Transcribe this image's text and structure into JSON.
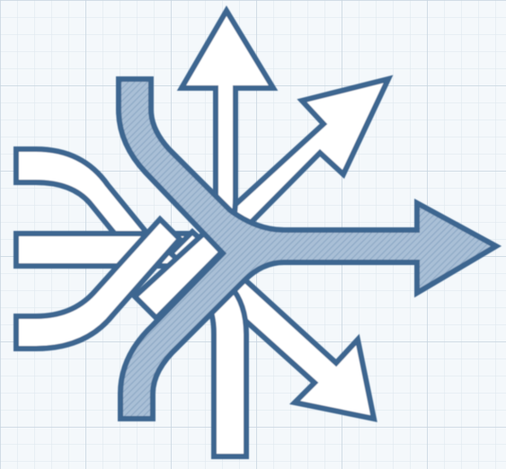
{
  "figure": {
    "description_icon": "converging-diverging-arrows-icon",
    "colors": {
      "paper": "#f4f8fb",
      "grid_minor": "#dde6ee",
      "grid_major": "#c7d4df",
      "stroke": "#3e6690",
      "outline_fill": "#ffffff",
      "highlight_fill": "#a9bfd6",
      "hatch": "#7f9dbd"
    },
    "arrows": [
      {
        "name": "main-path-arrow",
        "style": "highlighted",
        "from": "top-left",
        "to": "right"
      },
      {
        "name": "lower-path",
        "style": "highlighted",
        "from": "bottom-left",
        "to": "right"
      },
      {
        "name": "up-arrow",
        "style": "outline",
        "direction": "up"
      },
      {
        "name": "diagonal-up-right-arrow",
        "style": "outline",
        "direction": "up-right"
      },
      {
        "name": "diagonal-down-right-arrow",
        "style": "outline",
        "direction": "down-right"
      },
      {
        "name": "left-input-top",
        "style": "outline",
        "direction": "left"
      },
      {
        "name": "left-input-middle",
        "style": "outline",
        "direction": "left"
      },
      {
        "name": "left-input-bottom",
        "style": "outline",
        "direction": "left"
      },
      {
        "name": "bottom-input",
        "style": "outline",
        "direction": "down"
      }
    ]
  }
}
